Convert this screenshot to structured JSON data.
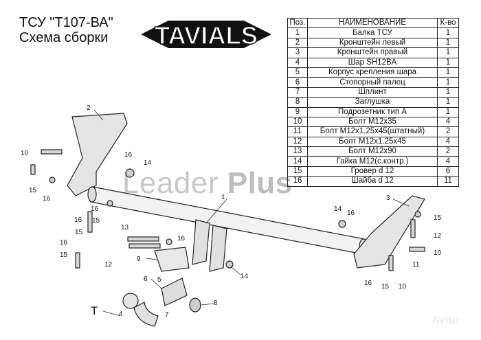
{
  "header": {
    "line1": "ТСУ  \"Т107-ВА\"",
    "line2": "Схема сборки",
    "logo_text": "TAVIALS"
  },
  "watermark": {
    "word1": "Leader ",
    "word2": "Plus",
    "avito": "Avito"
  },
  "table": {
    "headers": [
      "Поз.",
      "НАИМЕНОВАНИЕ",
      "К-во"
    ],
    "rows": [
      [
        "1",
        "Балка ТСУ",
        "1"
      ],
      [
        "2",
        "Кронштейн левый",
        "1"
      ],
      [
        "3",
        "Кронштейн правый",
        "1"
      ],
      [
        "4",
        "Шар SH12BA",
        "1"
      ],
      [
        "5",
        "Корпус крепления шара",
        "1"
      ],
      [
        "6",
        "Стопорный палец",
        "1"
      ],
      [
        "7",
        "Шплинт",
        "1"
      ],
      [
        "8",
        "Заглушка",
        "1"
      ],
      [
        "9",
        "Подрозетник тип А",
        "1"
      ],
      [
        "10",
        "Болт М12х35",
        "4"
      ],
      [
        "11",
        "Болт М12х1,25х45(штатный)",
        "2"
      ],
      [
        "12",
        "Болт М12х1.25х45",
        "4"
      ],
      [
        "13",
        "Болт М12х90",
        "2"
      ],
      [
        "14",
        "Гайка М12(с.контр.)",
        "4"
      ],
      [
        "15",
        "Гровер d 12",
        "6"
      ],
      [
        "16",
        "Шайба d 12",
        "11"
      ]
    ]
  },
  "callouts": [
    "2",
    "10",
    "15",
    "16",
    "16",
    "14",
    "1",
    "16",
    "15",
    "16",
    "15",
    "16",
    "15",
    "12",
    "13",
    "16",
    "9",
    "6",
    "5",
    "4",
    "T",
    "7",
    "8",
    "14",
    "14",
    "16",
    "3",
    "15",
    "12",
    "10",
    "11",
    "16",
    "15",
    "10"
  ]
}
